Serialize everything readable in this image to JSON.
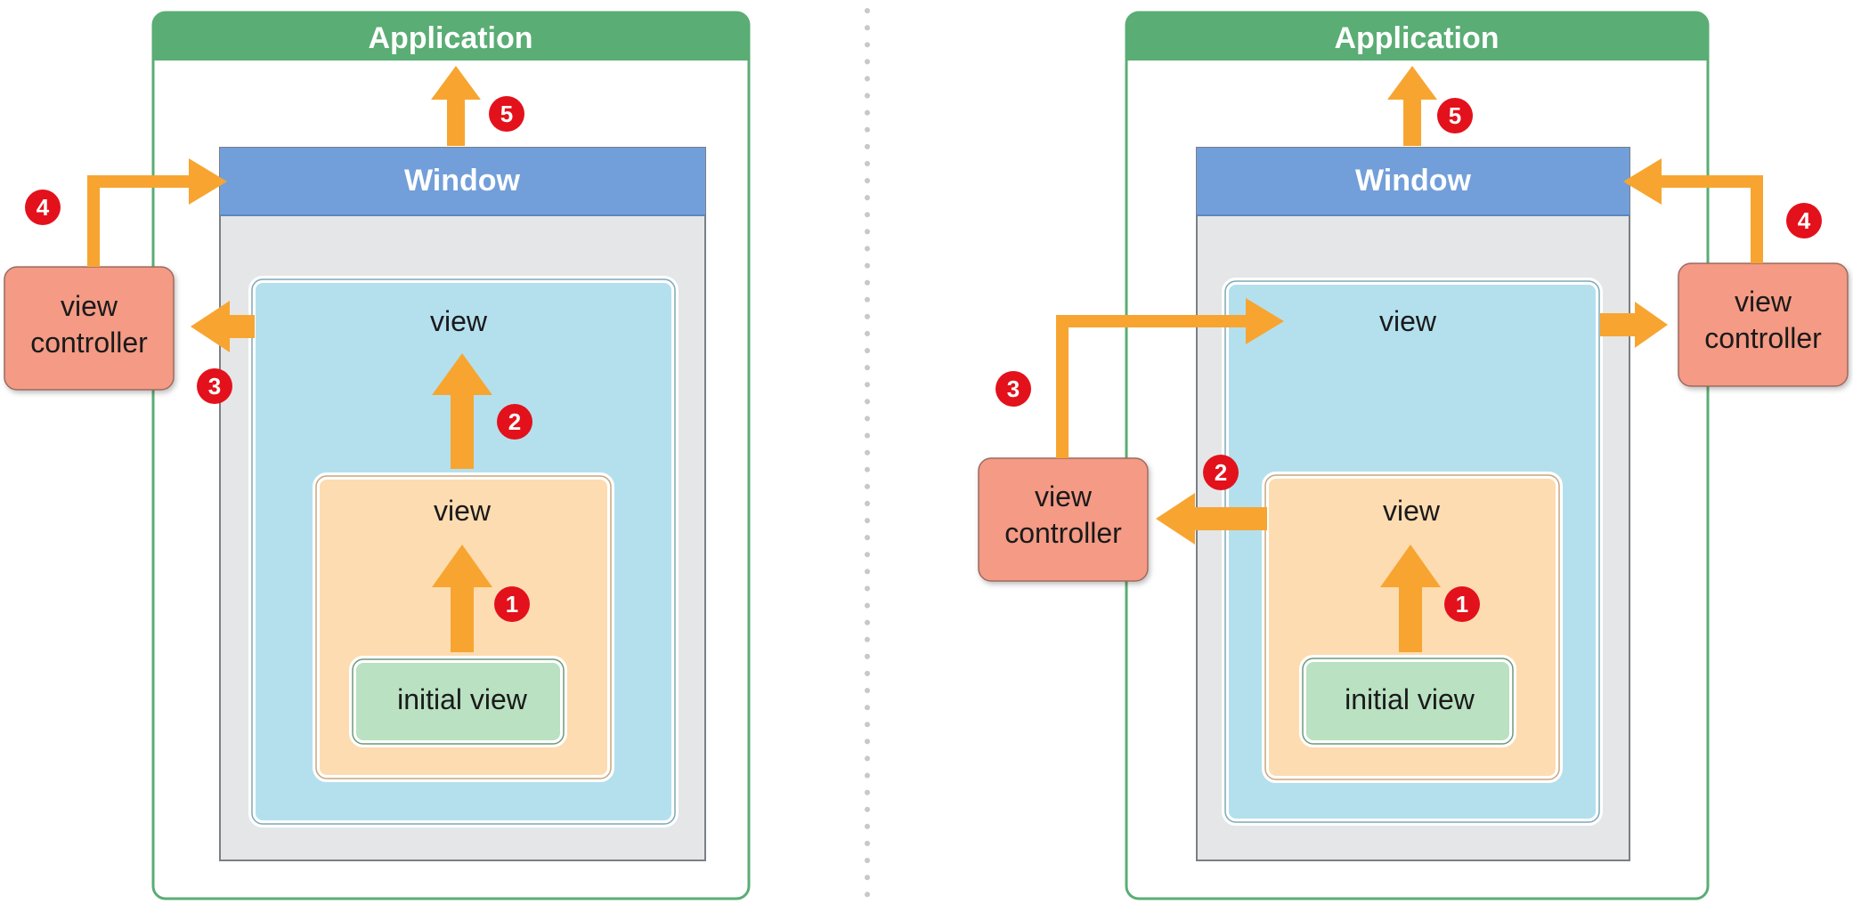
{
  "colors": {
    "application_header": "#5aad74",
    "application_border": "#5aad74",
    "window_header": "#729fd9",
    "window_body": "#e5e6e7",
    "view_blue": "#b4e0ee",
    "view_orange": "#fddcb1",
    "initial_view_green": "#b9e1c2",
    "view_controller": "#f49a85",
    "arrow": "#f7a530",
    "badge": "#e3111b",
    "divider": "#c8c8c8"
  },
  "left": {
    "application": "Application",
    "window": "Window",
    "outer_view": "view",
    "inner_view": "view",
    "initial_view": "initial view",
    "view_controller": [
      "view",
      "controller"
    ],
    "steps": {
      "one": "1",
      "two": "2",
      "three": "3",
      "four": "4",
      "five": "5"
    }
  },
  "right": {
    "application": "Application",
    "window": "Window",
    "outer_view": "view",
    "inner_view": "view",
    "initial_view": "initial view",
    "inner_view_controller": [
      "view",
      "controller"
    ],
    "outer_view_controller": [
      "view",
      "controller"
    ],
    "steps": {
      "one": "1",
      "two": "2",
      "three": "3",
      "four": "4",
      "five": "5"
    }
  }
}
